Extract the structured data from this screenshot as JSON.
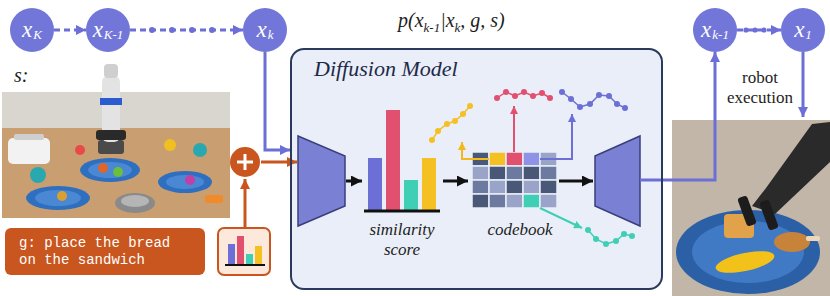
{
  "diagram": {
    "nodes": [
      {
        "text": [
          "x",
          "K"
        ]
      },
      {
        "text": [
          "x",
          "K-1"
        ]
      },
      {
        "text": [
          "x",
          "k"
        ]
      },
      {
        "text": [
          "x",
          "k-1"
        ]
      },
      {
        "text": [
          "x",
          "1"
        ]
      },
      {
        "text": [
          "Diffusion Model"
        ]
      },
      {
        "text": [
          "g: place the bread on the sandwich"
        ]
      }
    ],
    "edges": [
      {
        "from": 0,
        "to": 1,
        "arrow": "to"
      },
      {
        "from": 1,
        "to": 2,
        "arrow": "to"
      },
      {
        "from": 2,
        "to": 5,
        "arrow": "to"
      },
      {
        "from": 5,
        "to": 3,
        "arrow": "to"
      },
      {
        "from": 3,
        "to": 4,
        "arrow": "to"
      }
    ],
    "labels": [
      "p(x",
      "k-1",
      "|x",
      "k",
      ", g, s)",
      "s:",
      "similarity score",
      "codebook",
      "robot execution"
    ]
  }
}
